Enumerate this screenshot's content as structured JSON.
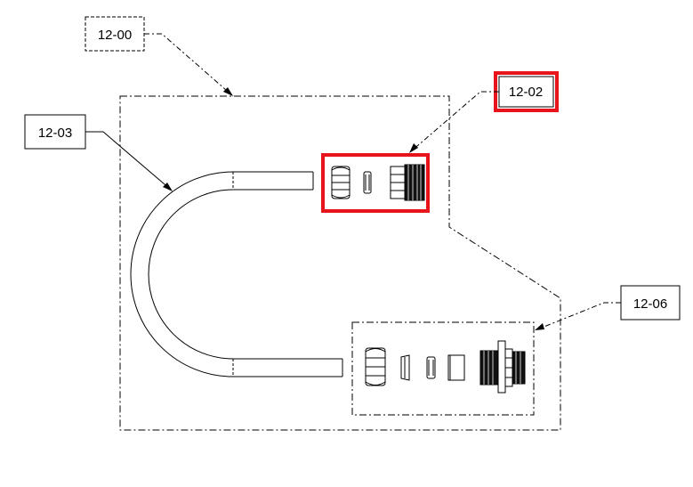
{
  "callouts": {
    "assembly": "12-00",
    "upper_fitting_kit": "12-02",
    "tube": "12-03",
    "lower_fitting_kit": "12-06"
  },
  "colors": {
    "line": "#000000",
    "highlight": "#e8141b",
    "background": "#ffffff"
  },
  "highlighted_callout": "12-02"
}
